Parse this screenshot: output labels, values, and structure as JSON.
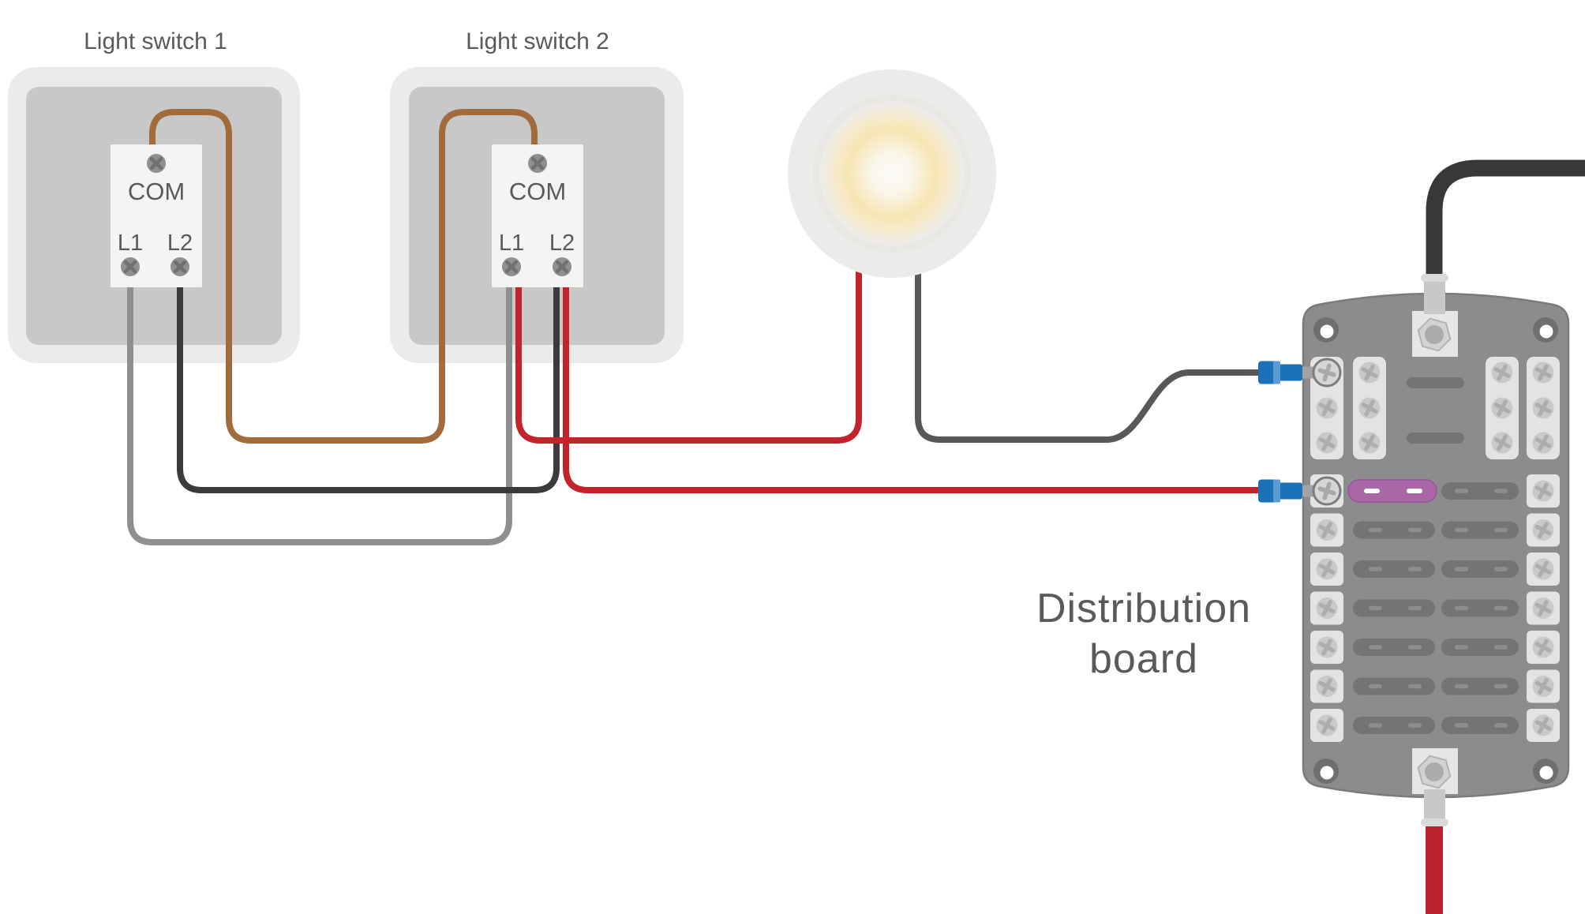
{
  "labels": {
    "switch1_title": "Light switch 1",
    "switch2_title": "Light switch 2",
    "com": "COM",
    "l1": "L1",
    "l2": "L2",
    "board_line1": "Distribution",
    "board_line2": "board"
  },
  "colors": {
    "background": "#FFFFFF",
    "text": "#595A5C",
    "switch_plate_outer": "#EBEBEB",
    "switch_plate_inner": "#C8C8C9",
    "terminal_block": "#F4F4F3",
    "screw": "#8E9091",
    "screw_cross": "#6F7173",
    "wire_brown": "#A26B3C",
    "wire_gray": "#8F8F90",
    "wire_black": "#3B3B3D",
    "wire_red": "#C5232B",
    "wire_dark_gray": "#58585A",
    "bulb_rim": "#ECEBE9",
    "board_body": "#8C8C8C",
    "board_edge": "#7B7B7B",
    "strip": "#E3E3E3",
    "strip_screw": "#C9C9C9",
    "strip_screw_cross": "#ADADAD",
    "slot": "#747474",
    "slot_dash": "#8D8D8D",
    "fuse_purple": "#A868A8",
    "fuse_stroke": "#9A5A9E",
    "fuse_dash": "#FFFFFF",
    "connector_blue": "#1B72B8",
    "connector_blue_light": "#5B9BD4",
    "connector_stub": "#A3A3A3",
    "terminal_circle": "#D6D6D6",
    "terminal_ring": "#7C7C7C",
    "terminal_cross": "#A9A9A9",
    "supply_black": "#38383A",
    "supply_red": "#BC2130",
    "gland": "#C8C8C8",
    "gland_plate": "#E6E6E6",
    "nut": "#D2D2D2",
    "hole_dark": "#6F6F6F"
  }
}
